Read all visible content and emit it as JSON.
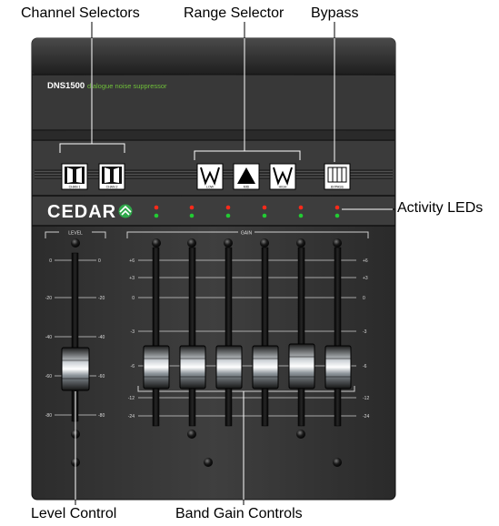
{
  "callouts": {
    "channel_selectors": "Channel Selectors",
    "range_selector": "Range Selector",
    "bypass": "Bypass",
    "activity_leds": "Activity LEDs",
    "level_control": "Level Control",
    "band_gain_controls": "Band Gain Controls"
  },
  "unit": {
    "model": "DNS1500",
    "subtitle": "dialogue noise suppressor",
    "brand": "CEDAR"
  },
  "buttons": {
    "chan1": "CHAN 1",
    "chan2": "CHAN 2",
    "low": "LOW",
    "mid": "MID",
    "high": "HIGH",
    "bypass": "BYPASS"
  },
  "sections": {
    "level": "LEVEL",
    "gain": "GAIN"
  },
  "level_scale": [
    "0",
    "-20",
    "-40",
    "-60",
    "-80"
  ],
  "gain_scale": [
    "+6",
    "+3",
    "0",
    "-3",
    "-6",
    "-12",
    "-24"
  ],
  "colors": {
    "panel": "#3a3a3a",
    "led_red": "#ff2a1a",
    "led_green": "#22cc33",
    "subtitle_green": "#6fbf3a"
  }
}
